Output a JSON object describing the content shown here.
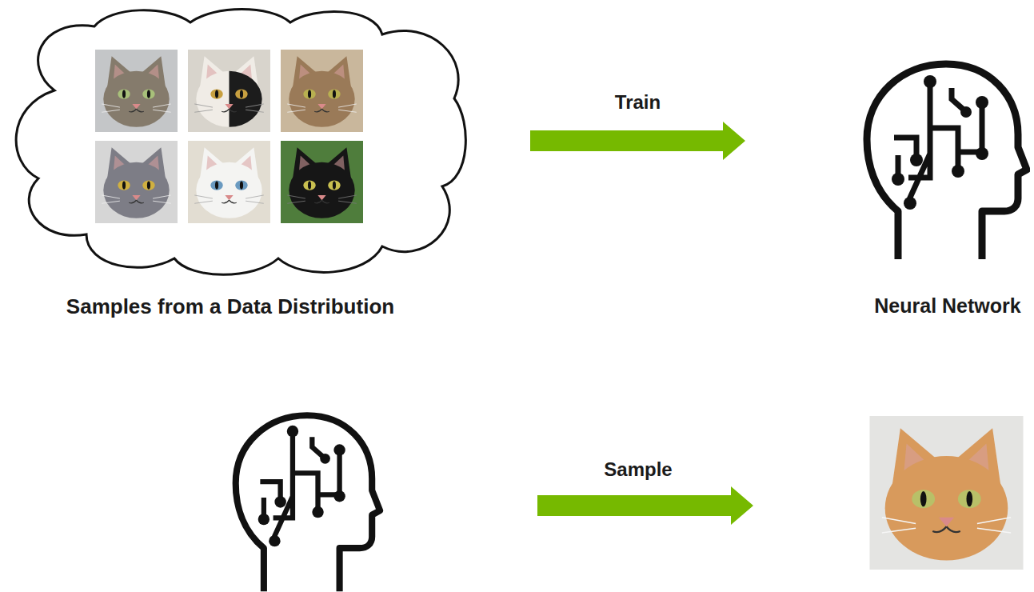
{
  "diagram": {
    "nodes": [
      {
        "text": [
          "Samples from a Data Distribution"
        ]
      },
      {
        "text": [
          "Neural Network"
        ]
      }
    ],
    "edges": [
      {
        "from": 0,
        "to": 1,
        "arrow": "to",
        "label": "Train"
      }
    ],
    "labels": [
      "Sample"
    ]
  }
}
